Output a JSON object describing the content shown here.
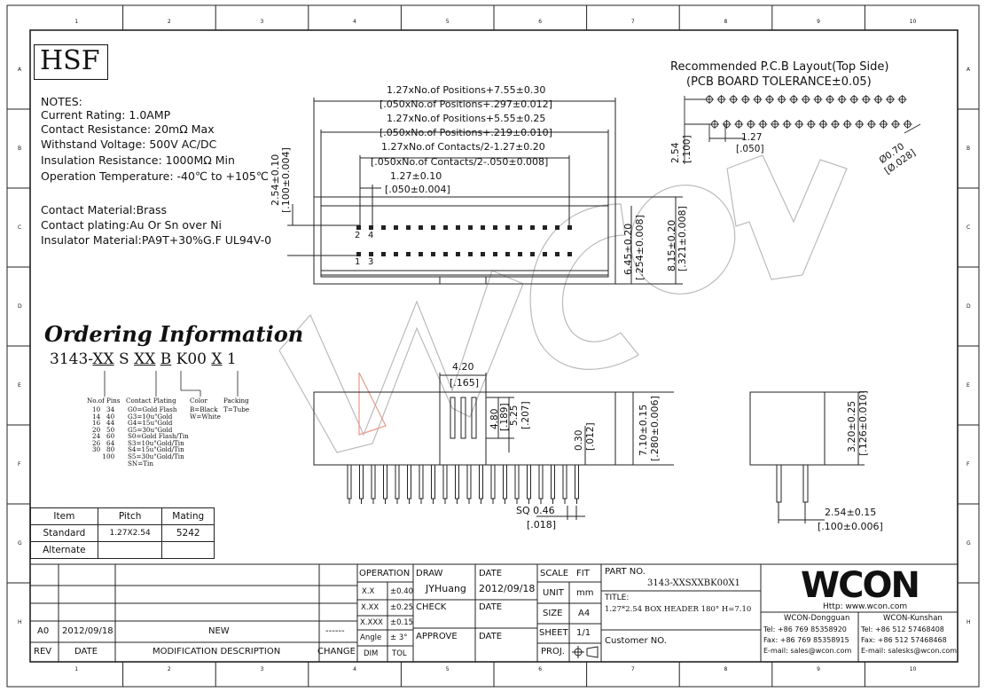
{
  "brand": "HSF",
  "notes": {
    "heading": "NOTES:",
    "lines": [
      "Current Rating: 1.0AMP",
      "Contact Resistance: 20mΩ Max",
      "Withstand Voltage: 500V AC/DC",
      "Insulation Resistance: 1000MΩ Min",
      "Operation Temperature: -40℃ to +105℃"
    ],
    "materials": [
      "Contact Material:Brass",
      "Contact plating:Au Or Sn over Ni",
      "Insulator Material:PA9T+30%G.F UL94V-0"
    ]
  },
  "dims": {
    "d1": "1.27xNo.of Positions+7.55±0.30",
    "d1b": "[.050xNo.of Positions+.297±0.012]",
    "d2": "1.27xNo.of Positions+5.55±0.25",
    "d2b": "[.050xNo.of Positions+.219±0.010]",
    "d3": "1.27xNo.of Contacts/2-1.27±0.20",
    "d3b": "[.050xNo.of Contacts/2-.050±0.008]",
    "d4": "1.27±0.10",
    "d4b": "[.050±0.004]",
    "d5": "2.54±0.10",
    "d5b": "[.100±0.004]",
    "d6": "6.45±0.20",
    "d6b": "[.254±0.008]",
    "d7": "8.15±0.20",
    "d7b": "[.321±0.008]",
    "pin2": "2",
    "pin4": "4",
    "pin1": "1",
    "pin3": "3",
    "w420": "4.20",
    "w420b": "[.165]",
    "h480": "4.80",
    "h480b": "[.189]",
    "h525": "5.25",
    "h525b": "[.207]",
    "t030": "0.30",
    "t030b": "[.012]",
    "sq": "SQ 0.46",
    "sqb": "[.018]",
    "h710": "7.10±0.15",
    "h710b": "[.280±0.006]",
    "h320": "3.20±0.25",
    "h320b": "[.126±0.010]",
    "p254": "2.54±0.15",
    "p254b": "[.100±0.006]"
  },
  "pcb": {
    "title1": "Recommended P.C.B Layout(Top Side)",
    "title2": "(PCB BOARD TOLERANCE±0.05)",
    "pitch_v": "2.54",
    "pitch_vb": "[.100]",
    "pitch_h": "1.27",
    "pitch_hb": "[.050]",
    "hole": "Ø0.70",
    "holeb": "[Ø.028]"
  },
  "ordering": {
    "title": "Ordering Information",
    "code": [
      "3143-",
      "XX",
      " S ",
      "XX",
      " ",
      "B",
      " K00 ",
      "X",
      " 1"
    ],
    "pins_title": "No.of Pins",
    "pins": "10   34\n14   40\n16   44\n20   50\n24   60\n26   64\n30   80\n     100",
    "plating_title": "Contact Plating",
    "plating": "G0=Gold Flash\nG3=10u\"Gold\nG4=15u\"Gold\nG5=30u\"Gold\nS0=Gold Flash/Tin\nS3=10u\"Gold/Tin\nS4=15u\"Gold/Tin\nS5=30u\"Gold/Tin\nSN=Tin",
    "color_title": "Color",
    "color": "B=Black\nW=White",
    "packing_title": "Packing",
    "packing": "T=Tube"
  },
  "pitch_table": {
    "headers": [
      "Item",
      "Pitch",
      "Mating"
    ],
    "rows": [
      [
        "Standard",
        "1.27X2.54",
        "5242"
      ],
      [
        "Alternate",
        "",
        ""
      ]
    ]
  },
  "titleblock": {
    "rev_row": [
      "A0",
      "2012/09/18",
      "NEW",
      "------"
    ],
    "rev_hdr": [
      "REV",
      "DATE",
      "MODIFICATION DESCRIPTION",
      "CHANGE"
    ],
    "operation": "OPERATION",
    "tol": [
      [
        "X.X",
        "±0.40"
      ],
      [
        "X.XX",
        "±0.25"
      ],
      [
        "X.XXX",
        "±0.15"
      ],
      [
        "Angle",
        "± 3°"
      ],
      [
        "DIM",
        "TOL"
      ]
    ],
    "draw": "DRAW",
    "drawer": "JYHuang",
    "check": "CHECK",
    "approve": "APPROVE",
    "date": "DATE",
    "draw_date": "2012/09/18",
    "scale": "SCALE",
    "scale_v": "FIT",
    "unit": "UNIT",
    "unit_v": "mm",
    "size": "SIZE",
    "size_v": "A4",
    "sheet": "SHEET",
    "sheet_v": "1/1",
    "proj": "PROJ.",
    "partno_label": "PART NO.",
    "partno": "3143-XXSXXBK00X1",
    "title_label": "TITLE:",
    "title": "1.27*2.54 BOX HEADER 180° H=7.10",
    "customer": "Customer NO.",
    "logo": "WCON",
    "http": "Http: www.wcon.com",
    "dg_name": "WCON-Dongguan",
    "dg_tel": "Tel: +86 769 85358920",
    "dg_fax": "Fax: +86 769 85358915",
    "dg_mail": "E-mail: sales@wcon.com",
    "ks_name": "WCON-Kunshan",
    "ks_tel": "Tel: +86 512 57468408",
    "ks_fax": "Fax: +86 512 57468468",
    "ks_mail": "E-mail: salesks@wcon.com"
  },
  "frame": {
    "cols": [
      "1",
      "2",
      "3",
      "4",
      "5",
      "6",
      "7",
      "8",
      "9",
      "10"
    ],
    "rows": [
      "A",
      "B",
      "C",
      "D",
      "E",
      "F",
      "G",
      "H"
    ]
  }
}
